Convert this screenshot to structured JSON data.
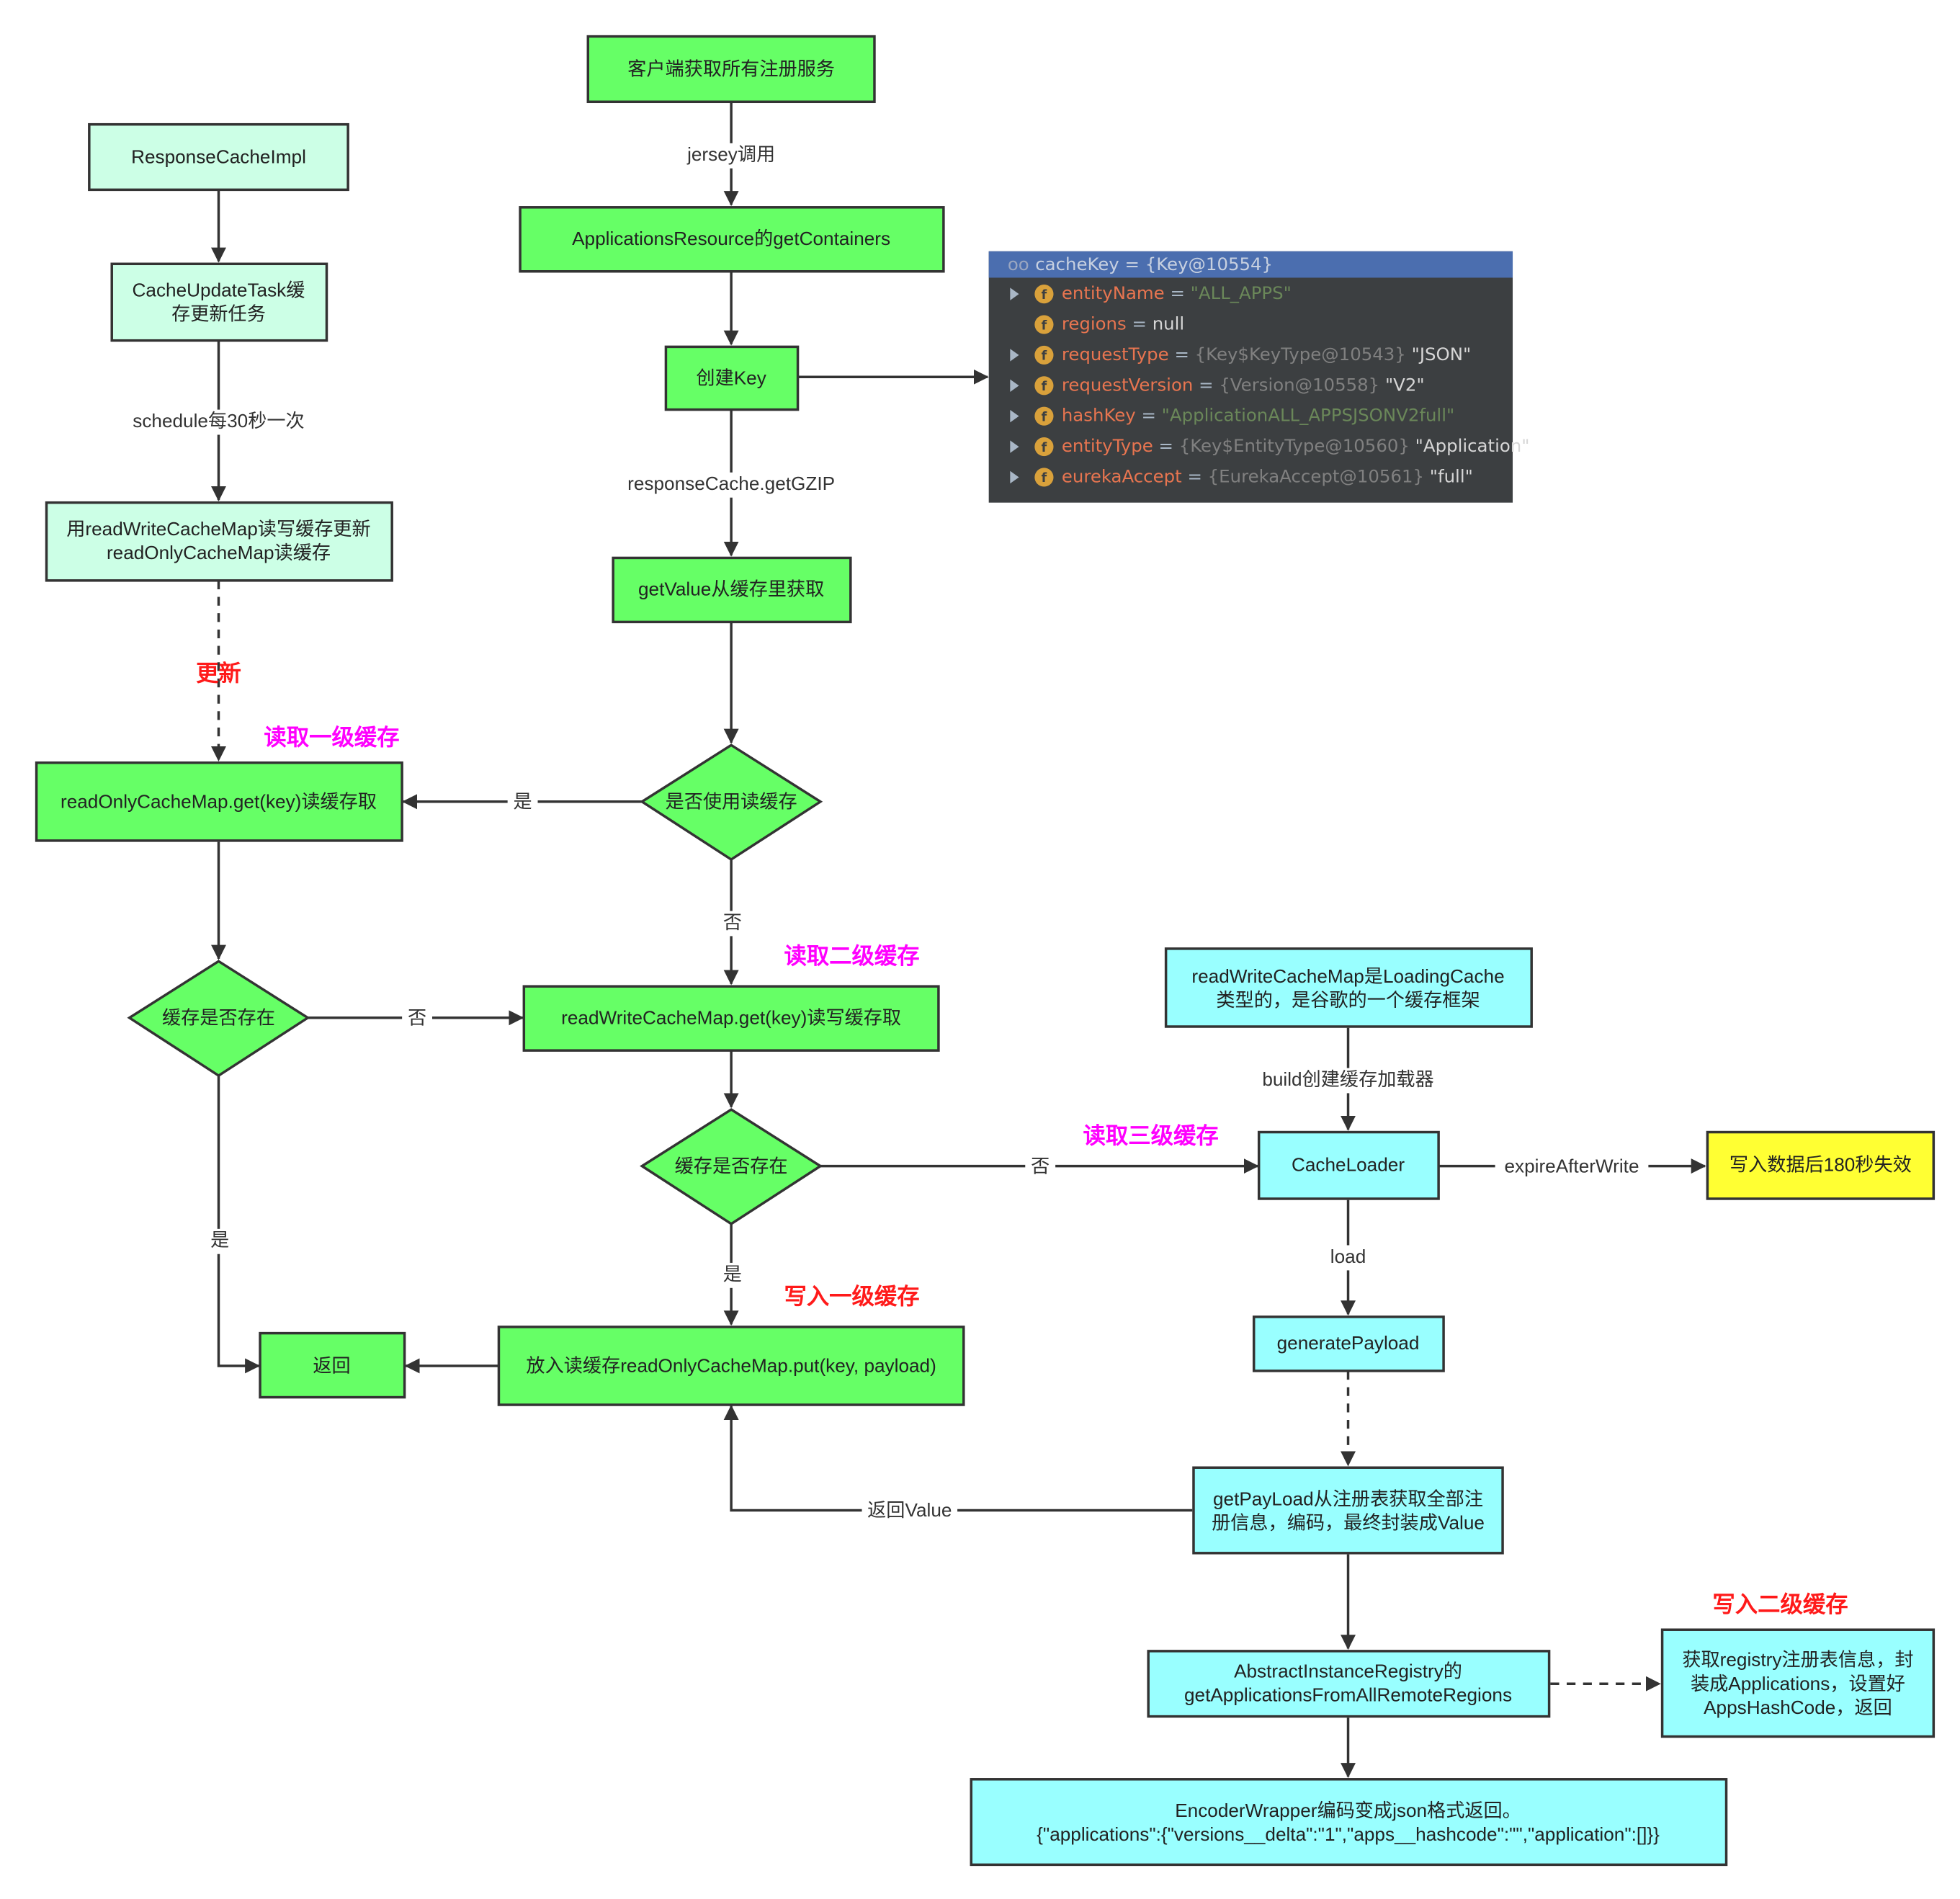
{
  "colors": {
    "green": "#66ff66",
    "mint": "#ccffe6",
    "cyan": "#99ffff",
    "yellow": "#ffff33",
    "annotation_red": "#ff1a1a",
    "annotation_magenta": "#ff00ff",
    "debugger_bg": "#3c3f41",
    "debugger_header": "#4b6eaf"
  },
  "nodes": {
    "client": "客户端获取所有注册服务",
    "apps_resource": "ApplicationsResource的getContainers",
    "create_key": "创建Key",
    "get_value": "getValue从缓存里获取",
    "use_readonly": "是否使用读缓存",
    "readonly_get": "readOnlyCacheMap.get(key)读缓存取",
    "cache_exists_left": "缓存是否存在",
    "readwrite_get": "readWriteCacheMap.get(key)读写缓存取",
    "cache_exists_mid": "缓存是否存在",
    "put_readonly": "放入读缓存readOnlyCacheMap.put(key, payload)",
    "return_node": "返回",
    "response_cache_impl": "ResponseCacheImpl",
    "cache_update_task": [
      "CacheUpdateTask缓",
      "存更新任务"
    ],
    "update_with_rw": [
      "用readWriteCacheMap读写缓存更新",
      "readOnlyCacheMap读缓存"
    ],
    "loading_cache_note": [
      "readWriteCacheMap是LoadingCache",
      "类型的，是谷歌的一个缓存框架"
    ],
    "cache_loader": "CacheLoader",
    "expire_note": "写入数据后180秒失效",
    "generate_payload": "generatePayload",
    "get_payload": [
      "getPayLoad从注册表获取全部注",
      "册信息，编码，最终封装成Value"
    ],
    "abstract_registry": [
      "AbstractInstanceRegistry的",
      "getApplicationsFromAllRemoteRegions"
    ],
    "get_registry": [
      "获取registry注册表信息，封",
      "装成Applications，设置好",
      "AppsHashCode，返回"
    ],
    "encoder_wrapper": [
      "EncoderWrapper编码变成json格式返回。",
      "{\"applications\":{\"versions__delta\":\"1\",\"apps__hashcode\":\"\",\"application\":[]}}"
    ]
  },
  "edge_labels": {
    "jersey": "jersey调用",
    "get_gzip": "responseCache.getGZIP",
    "yes_readonly": "是",
    "no_readonly": "否",
    "no_left": "否",
    "yes_left": "是",
    "no_mid": "否",
    "yes_mid": "是",
    "schedule": "schedule每30秒一次",
    "build": "build创建缓存加载器",
    "expire_after_write": "expireAfterWrite",
    "load": "load",
    "return_value": "返回Value"
  },
  "annotations": {
    "update": "更新",
    "read_l1": "读取一级缓存",
    "read_l2": "读取二级缓存",
    "read_l3": "读取三级缓存",
    "write_l1": "写入一级缓存",
    "write_l2": "写入二级缓存"
  },
  "debugger": {
    "header": {
      "icon": "oo",
      "name": "cacheKey",
      "value": "{Key@10554}"
    },
    "rows": [
      {
        "expand": true,
        "name": "entityName",
        "type": "",
        "value": "\"ALL_APPS\"",
        "value_is_string": true
      },
      {
        "expand": false,
        "name": "regions",
        "type": "",
        "value": "null",
        "value_is_string": false
      },
      {
        "expand": true,
        "name": "requestType",
        "type": "{Key$KeyType@10543}",
        "value": "\"JSON\"",
        "value_is_string": false
      },
      {
        "expand": true,
        "name": "requestVersion",
        "type": "{Version@10558}",
        "value": "\"V2\"",
        "value_is_string": false
      },
      {
        "expand": true,
        "name": "hashKey",
        "type": "",
        "value": "\"ApplicationALL_APPSJSONV2full\"",
        "value_is_string": true
      },
      {
        "expand": true,
        "name": "entityType",
        "type": "{Key$EntityType@10560}",
        "value": "\"Application\"",
        "value_is_string": false
      },
      {
        "expand": true,
        "name": "eurekaAccept",
        "type": "{EurekaAccept@10561}",
        "value": "\"full\"",
        "value_is_string": false
      }
    ]
  }
}
